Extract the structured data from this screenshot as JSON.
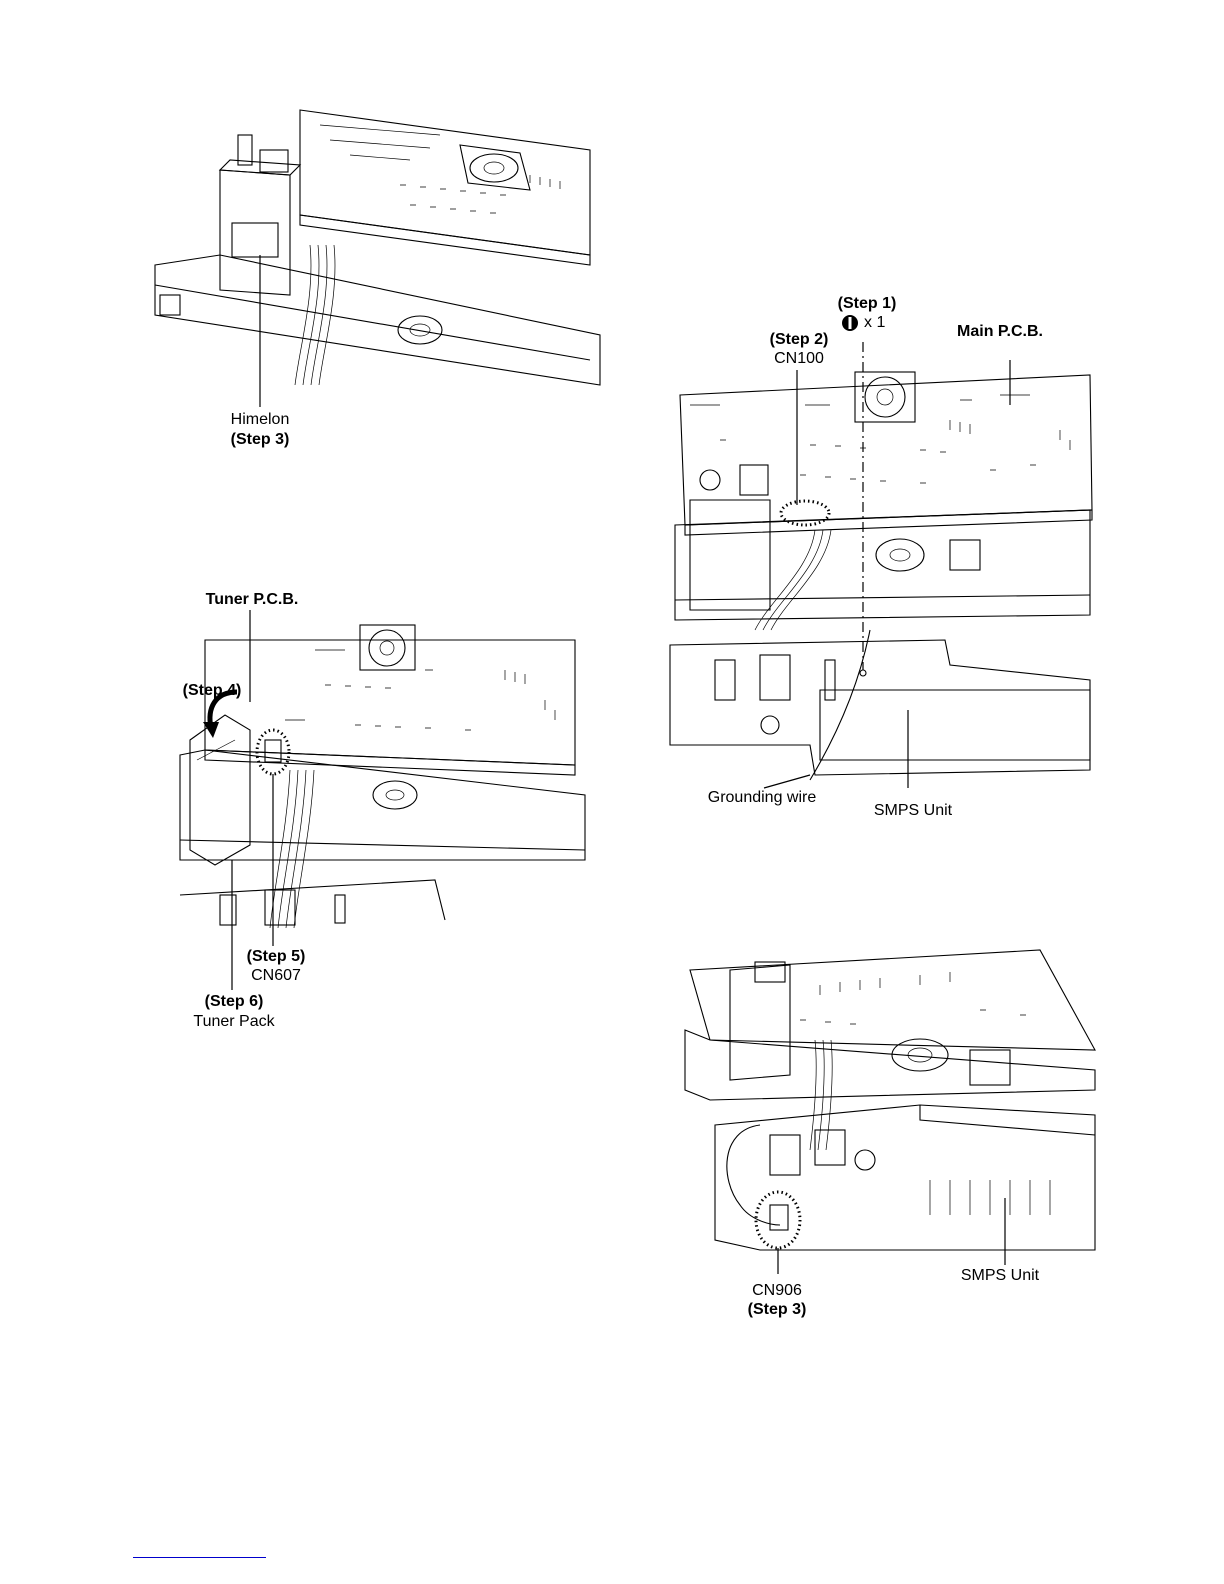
{
  "figure1": {
    "label_part": "Himelon",
    "label_step": "(Step 3)"
  },
  "figure2": {
    "label_tuner_pcb": "Tuner P.C.B.",
    "label_step4": "(Step 4)",
    "label_step5": "(Step 5)",
    "label_cn607": "CN607",
    "label_step6": "(Step 6)",
    "label_tuner_pack": "Tuner Pack"
  },
  "figure3": {
    "label_step1": "(Step 1)",
    "label_screw_count": "x 1",
    "label_step2": "(Step 2)",
    "label_cn100": "CN100",
    "label_main_pcb": "Main P.C.B.",
    "label_grounding_wire": "Grounding wire",
    "label_smps_unit": "SMPS Unit"
  },
  "figure4": {
    "label_cn906": "CN906",
    "label_step3": "(Step 3)",
    "label_smps_unit": "SMPS Unit"
  },
  "colors": {
    "line": "#000000",
    "background": "#ffffff",
    "footer_rule": "#0000cc"
  },
  "icons": [
    "screw-icon",
    "rotate-arrow-icon",
    "fan-icon"
  ]
}
